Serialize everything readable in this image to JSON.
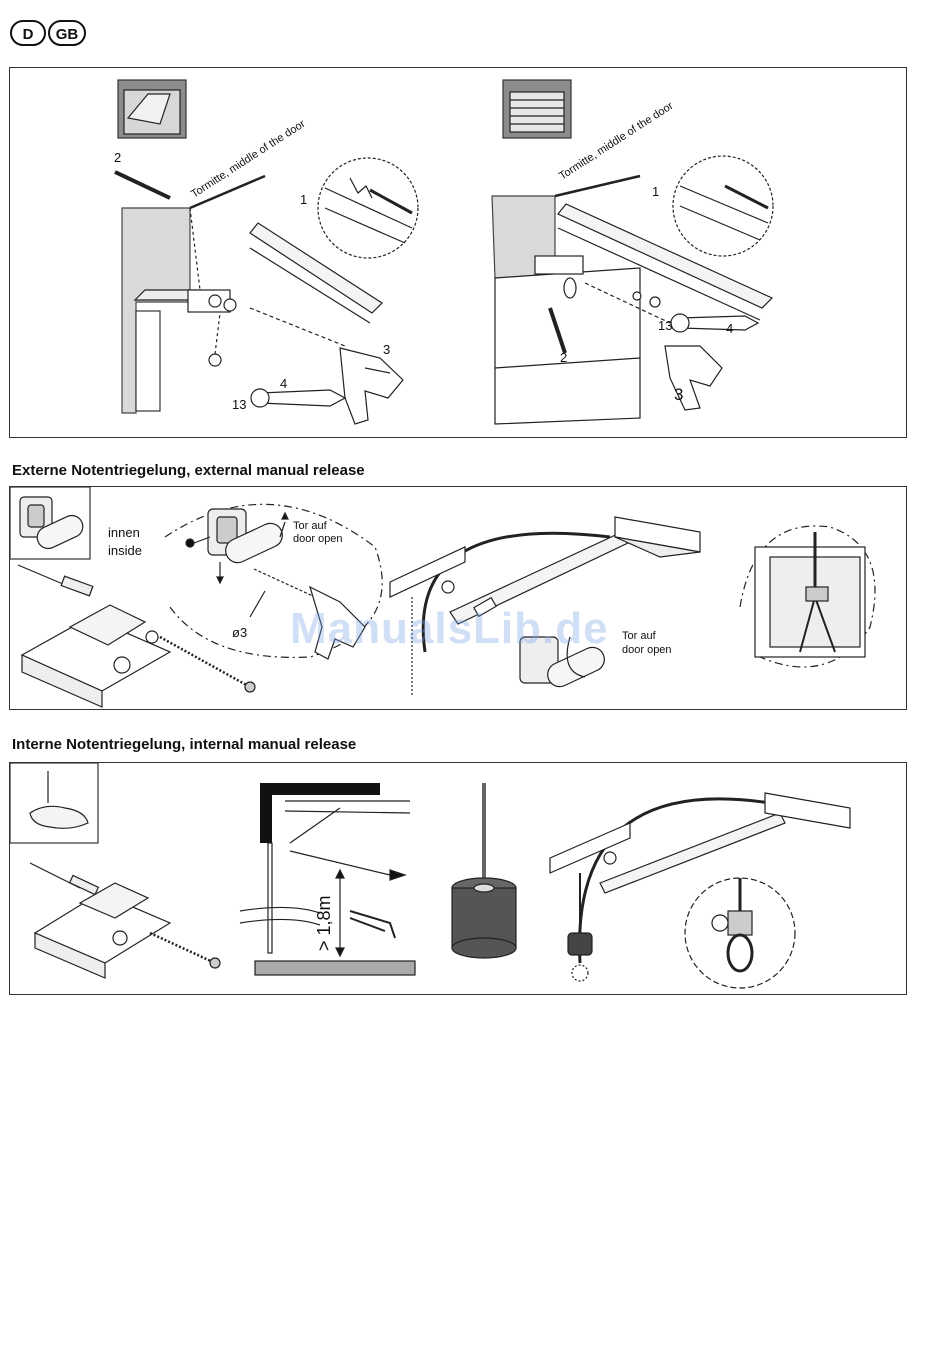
{
  "header": {
    "lang_d": "D",
    "lang_gb": "GB"
  },
  "install": {
    "left": {
      "center_label": "Tormitte, middle of the door",
      "steps": [
        "1",
        "2",
        "3",
        "4",
        "13"
      ]
    },
    "right": {
      "center_label": "Tormitte, middle of the door",
      "steps": [
        "1",
        "2",
        "3",
        "4",
        "13"
      ]
    }
  },
  "external": {
    "title": "Externe Notentriegelung, external manual release",
    "inside_de": "innen",
    "inside_en": "inside",
    "tor_auf": "Tor auf",
    "door_open": "door open",
    "drill_size": "ø3",
    "tor_auf_2": "Tor auf",
    "door_open_2": "door open"
  },
  "internal": {
    "title": "Interne Notentriegelung, internal manual release",
    "height": "> 1,8m"
  },
  "watermark": "ManualsLib.de",
  "colors": {
    "line": "#222222",
    "wall": "#cfcfcf",
    "watermark": "#9bb8ea"
  }
}
